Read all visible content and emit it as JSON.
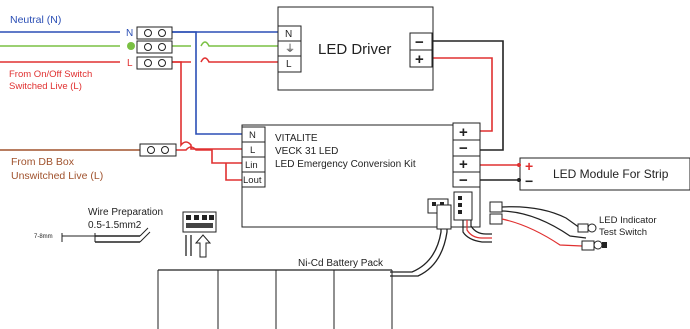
{
  "wire_labels": {
    "neutral": "Neutral (N)",
    "switched_line1": "From On/Off Switch",
    "switched_line2": "Switched Live (L)",
    "db_line1": "From DB Box",
    "db_line2": "Unswitched Live (L)"
  },
  "terminal_letters": {
    "n": "N",
    "l": "L"
  },
  "driver": {
    "title": "LED Driver",
    "terminals": [
      "N",
      "⏚",
      "L"
    ],
    "minus": "−",
    "plus": "+"
  },
  "kit": {
    "line1": "VITALITE",
    "line2": "VECK 31 LED",
    "line3": "LED Emergency Conversion Kit",
    "terminals": [
      "N",
      "L",
      "Lin",
      "Lout"
    ],
    "plus": "+",
    "minus": "−"
  },
  "module": {
    "label": "LED Module For Strip",
    "plus": "+",
    "minus": "−"
  },
  "wire_prep": {
    "title_line1": "Wire Preparation",
    "title_line2": "0.5-1.5mm2",
    "strip_length": "7-8mm"
  },
  "battery": {
    "label": "Ni-Cd Battery Pack"
  },
  "indicator": {
    "line1": "LED Indicator",
    "line2": "Test Switch"
  },
  "colors": {
    "neutral": "#2b4fb5",
    "earth": "#7ac043",
    "live": "#e03030",
    "brown": "#a0522d",
    "dark": "#222222"
  }
}
